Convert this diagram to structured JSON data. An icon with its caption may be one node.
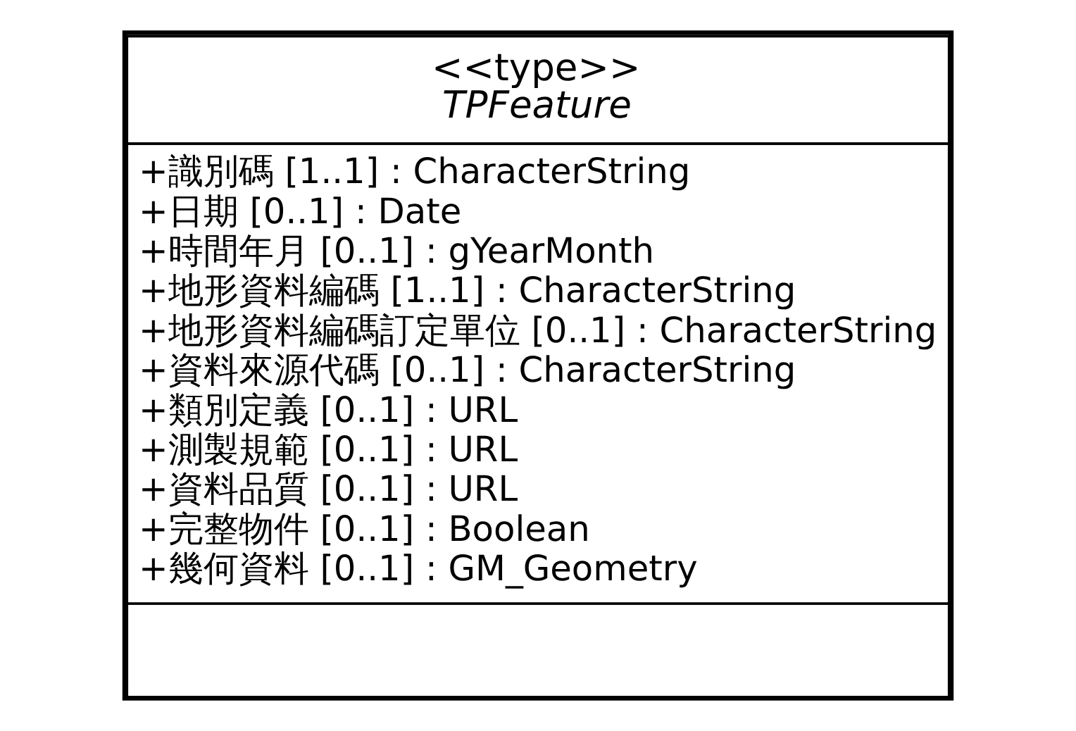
{
  "diagram": {
    "nodes": [
      {
        "text": [
          "<<type>>",
          "TPFeature",
          "+識別碼 [1..1] : CharacterString",
          "+日期 [0..1] : Date",
          "+時間年月 [0..1] : gYearMonth",
          "+地形資料編碼 [1..1] : CharacterString",
          "+地形資料編碼訂定單位 [0..1] : CharacterString",
          "+資料來源代碼 [0..1] : CharacterString",
          "+類別定義 [0..1] : URL",
          "+測製規範 [0..1] : URL",
          "+資料品質 [0..1] : URL",
          "+完整物件 [0..1] : Boolean",
          "+幾何資料 [0..1] : GM_Geometry"
        ]
      }
    ]
  }
}
